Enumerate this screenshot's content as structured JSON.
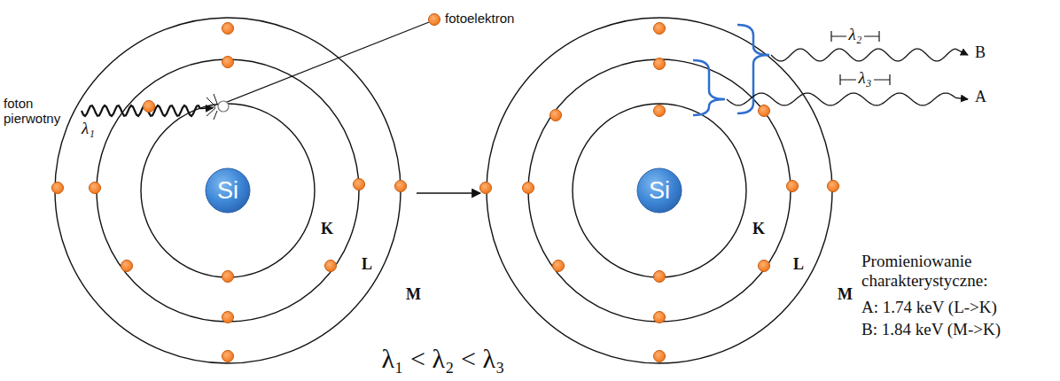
{
  "diagram": {
    "nodes": [
      {
        "text": [
          "Si"
        ]
      },
      {
        "text": [
          "Si"
        ]
      }
    ],
    "labels": [
      "fotoelektron",
      "foton pierwotny",
      "λ₁",
      "K",
      "L",
      "M",
      "K",
      "L",
      "M",
      "λ₂",
      "B",
      "λ₃",
      "A",
      "λ₁ < λ₂ < λ₃",
      "Promieniowanie charakterystyczne:",
      "A: 1.74 keV (L->K)",
      "B: 1.84 keV (M->K)"
    ]
  }
}
